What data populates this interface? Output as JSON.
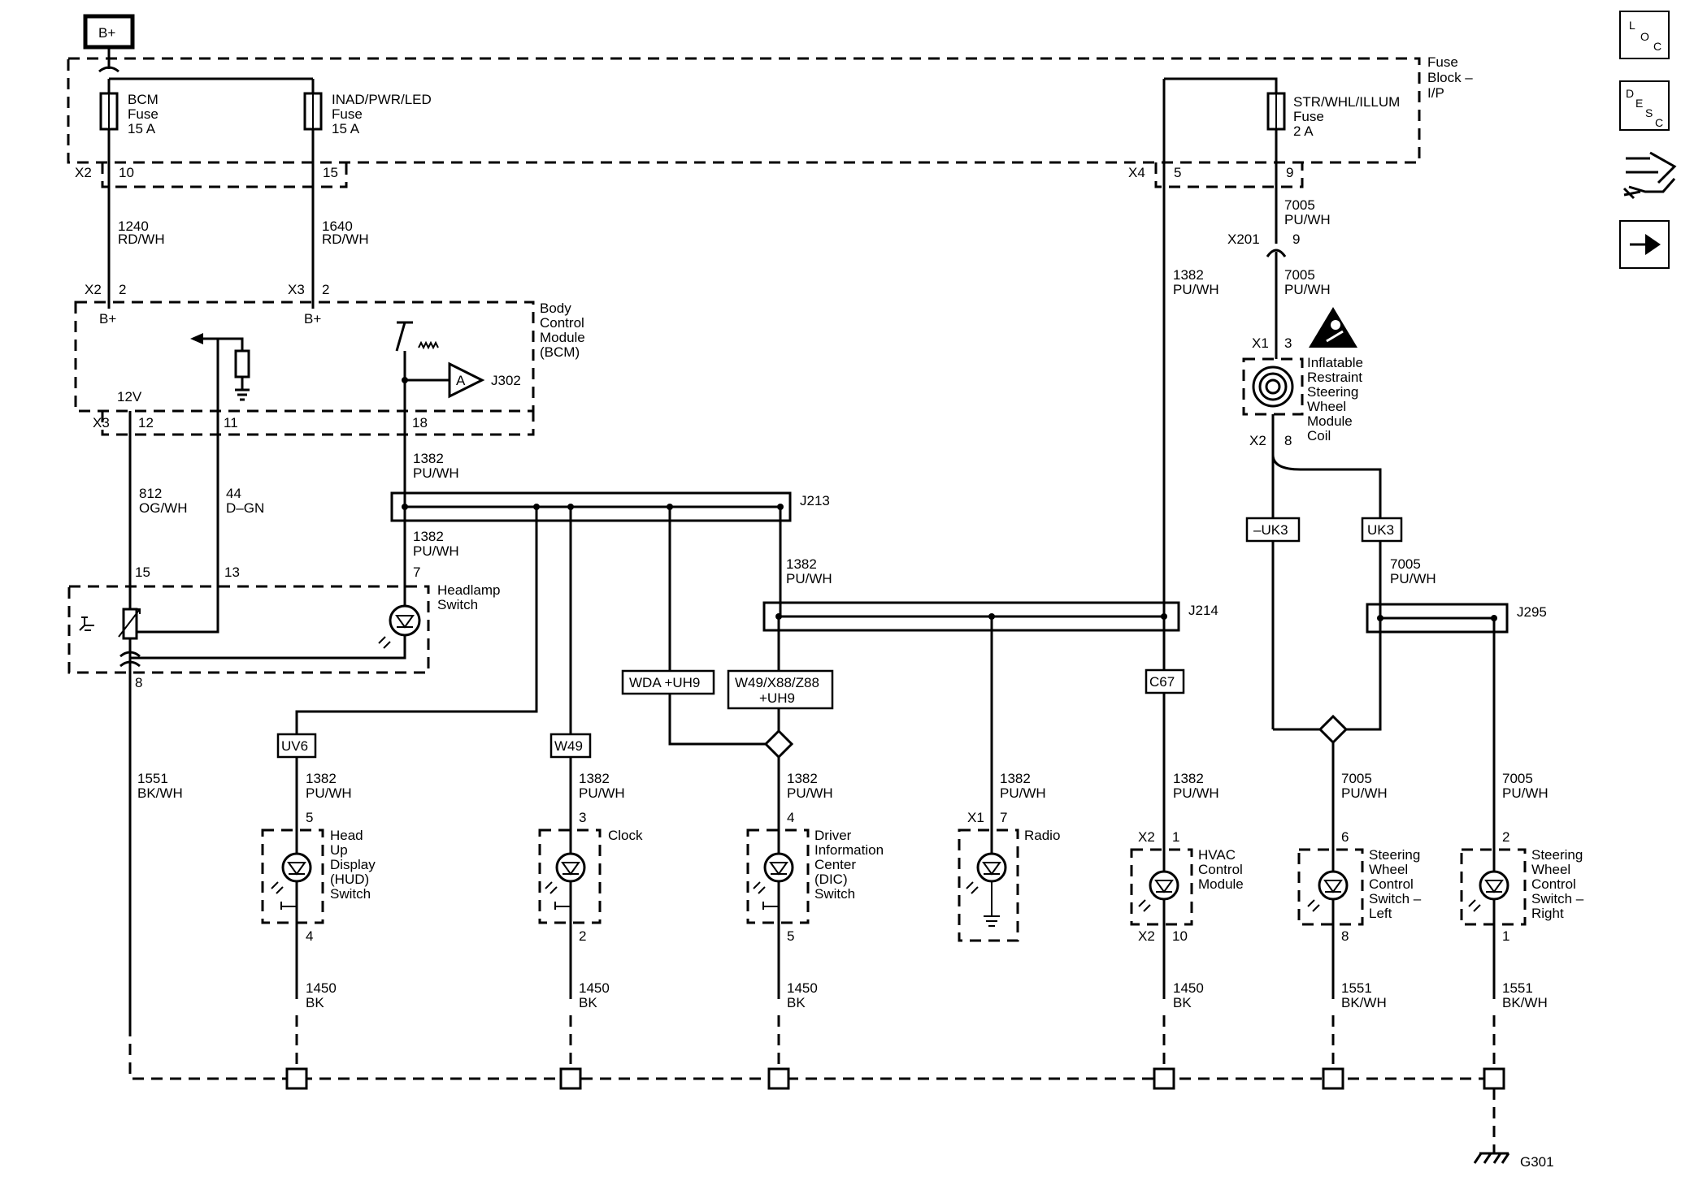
{
  "power_tag": "B+",
  "fuse_block": [
    "Fuse",
    "Block –",
    "I/P"
  ],
  "fuses": [
    {
      "name": "BCM",
      "sub": "Fuse",
      "rating": "15 A"
    },
    {
      "name": "INAD/PWR/LED",
      "sub": "Fuse",
      "rating": "15 A"
    },
    {
      "name": "STR/WHL/ILLUM",
      "sub": "Fuse",
      "rating": "2 A"
    }
  ],
  "connectors": {
    "x2": "X2",
    "x3": "X3",
    "x4": "X4",
    "x1": "X1",
    "x201": "X201"
  },
  "pins": {
    "p10": "10",
    "p15": "15",
    "p5": "5",
    "p9": "9",
    "p2": "2",
    "p12": "12",
    "p11": "11",
    "p18": "18",
    "p13": "13",
    "p7": "7",
    "p8": "8",
    "p3": "3",
    "p4": "4",
    "p6": "6",
    "p1": "1"
  },
  "wires": {
    "w1240": [
      "1240",
      "RD/WH"
    ],
    "w1640": [
      "1640",
      "RD/WH"
    ],
    "w7005": [
      "7005",
      "PU/WH"
    ],
    "w1382": [
      "1382",
      "PU/WH"
    ],
    "w812": [
      "812",
      "OG/WH"
    ],
    "w44": [
      "44",
      "D–GN"
    ],
    "w1551": [
      "1551",
      "BK/WH"
    ],
    "w1450": [
      "1450",
      "BK"
    ]
  },
  "bcm": {
    "label": [
      "Body",
      "Control",
      "Module",
      "(BCM)"
    ],
    "bplus": "B+",
    "v12": "12V",
    "amp": "A",
    "j302": "J302"
  },
  "splices": {
    "j213": "J213",
    "j214": "J214",
    "j295": "J295"
  },
  "options": {
    "uk3neg": "–UK3",
    "uk3": "UK3",
    "uv6": "UV6",
    "w49": "W49",
    "wda": "WDA +UH9",
    "w49x88a": "W49/X88/Z88",
    "w49x88b": "+UH9",
    "c67": "C67"
  },
  "components": {
    "headlamp": [
      "Headlamp",
      "Switch"
    ],
    "coil": [
      "Inflatable",
      "Restraint",
      "Steering",
      "Wheel",
      "Module",
      "Coil"
    ],
    "hud": [
      "Head",
      "Up",
      "Display",
      "(HUD)",
      "Switch"
    ],
    "clock": [
      "Clock"
    ],
    "dic": [
      "Driver",
      "Information",
      "Center",
      "(DIC)",
      "Switch"
    ],
    "radio": [
      "Radio"
    ],
    "hvac": [
      "HVAC",
      "Control",
      "Module"
    ],
    "swl": [
      "Steering",
      "Wheel",
      "Control",
      "Switch –",
      "Left"
    ],
    "swr": [
      "Steering",
      "Wheel",
      "Control",
      "Switch –",
      "Right"
    ]
  },
  "ground": "G301",
  "nav": {
    "loc": [
      "L",
      "O",
      "C"
    ],
    "desc": [
      "D",
      "E",
      "S",
      "C"
    ]
  }
}
